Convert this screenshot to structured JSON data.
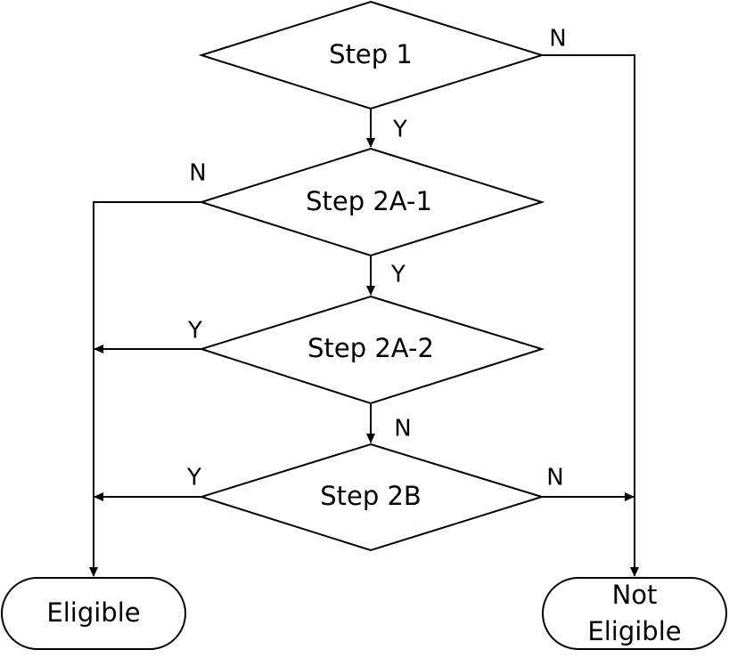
{
  "nodes": {
    "step1": "Step 1",
    "step2a1": "Step 2A-1",
    "step2a2": "Step 2A-2",
    "step2b": "Step 2B",
    "eligible": "Eligible",
    "not_eligible_line1": "Not",
    "not_eligible_line2": "Eligible"
  },
  "edge_labels": {
    "step1_no": "N",
    "step1_yes": "Y",
    "step2a1_no": "N",
    "step2a1_yes": "Y",
    "step2a2_yes": "Y",
    "step2a2_no": "N",
    "step2b_yes": "Y",
    "step2b_no": "N"
  }
}
